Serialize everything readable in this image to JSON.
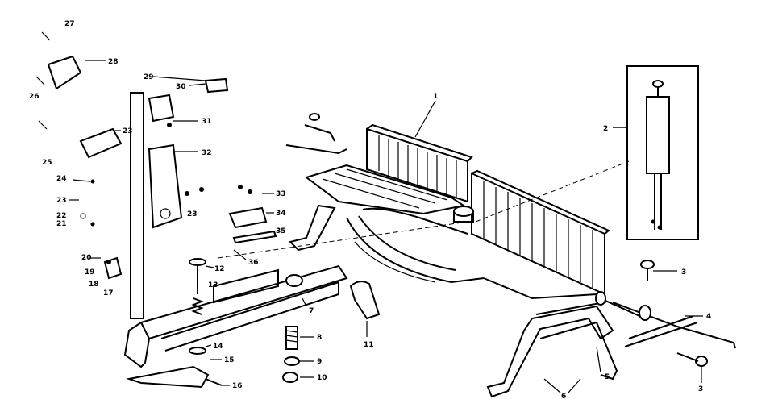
{
  "callouts": {
    "c1": "1",
    "c2": "2",
    "c3a": "3",
    "c3b": "3",
    "c4": "4",
    "c5": "5",
    "c6": "6",
    "c7": "7",
    "c8": "8",
    "c9": "9",
    "c10": "10",
    "c11": "11",
    "c12": "12",
    "c13": "13",
    "c14": "14",
    "c15": "15",
    "c16": "16",
    "c17": "17",
    "c18": "18",
    "c19": "19",
    "c20": "20",
    "c21": "21",
    "c22": "22",
    "c23a": "23",
    "c23b": "23",
    "c23c": "23",
    "c24": "24",
    "c25": "25",
    "c26": "26",
    "c27": "27",
    "c28": "28",
    "c29": "29",
    "c30": "30",
    "c31": "31",
    "c32": "32",
    "c33": "33",
    "c34": "34",
    "c35": "35",
    "c36": "36"
  },
  "colors": {
    "line": "#000000",
    "background": "#ffffff"
  }
}
